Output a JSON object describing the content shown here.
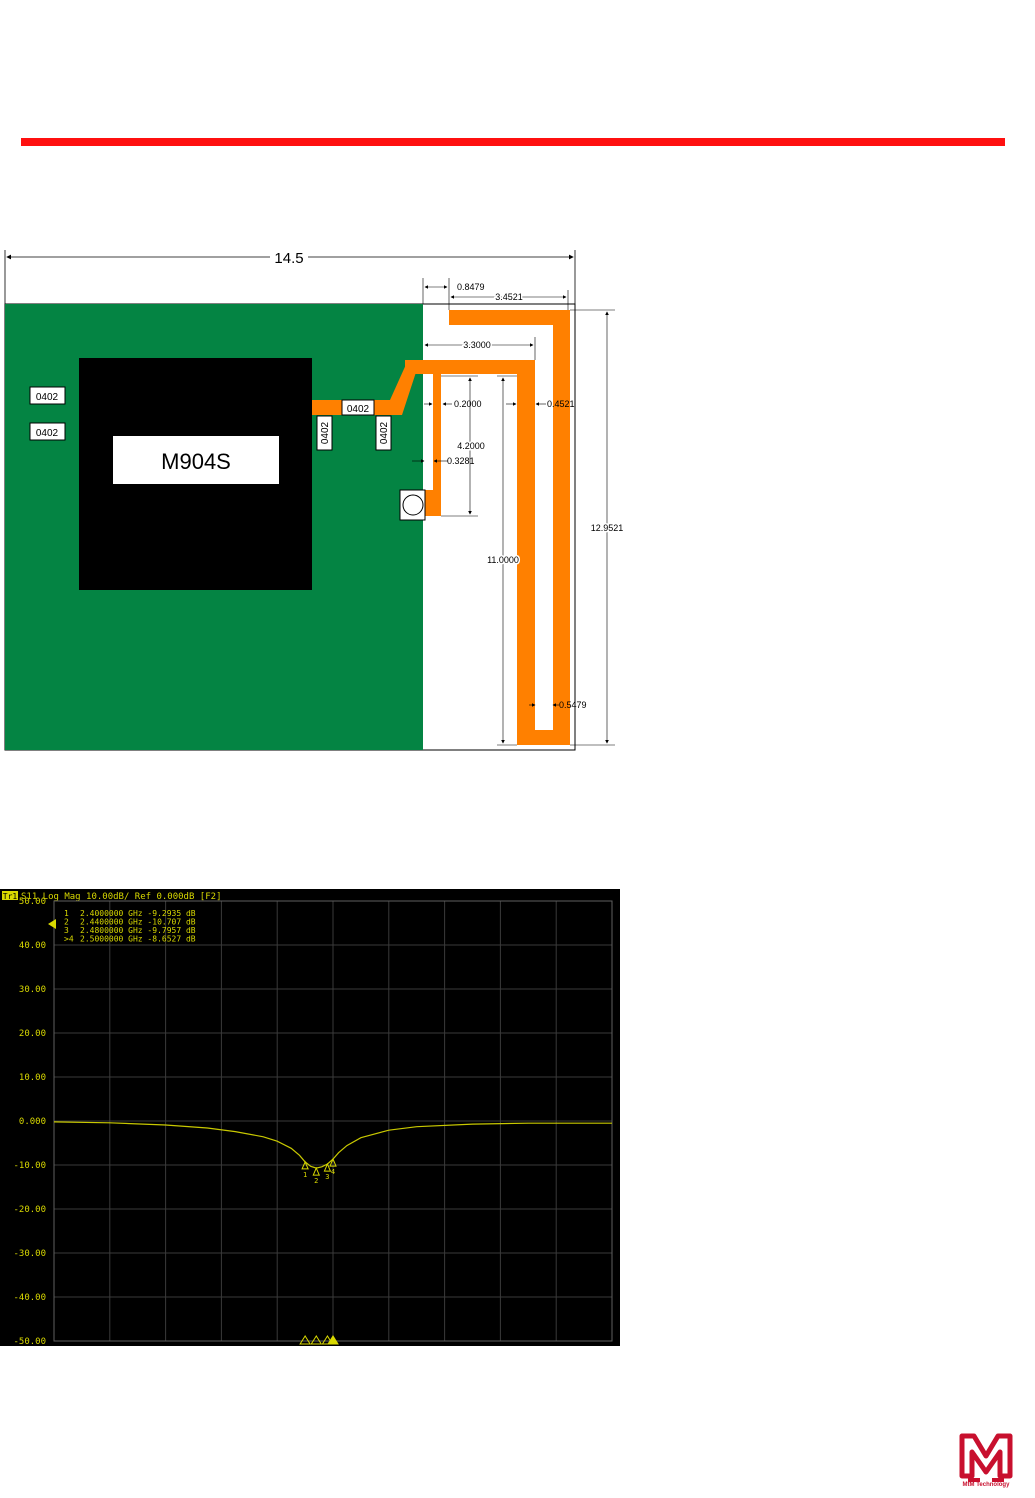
{
  "antenna_diagram": {
    "module_label": "M904S",
    "component_labels": [
      "0402",
      "0402",
      "0402",
      "0402",
      "0402"
    ],
    "dimensions": {
      "overall_width": "14.5",
      "d1": "0.8479",
      "d2": "3.4521",
      "d3": "3.3000",
      "d4": "0.2000",
      "d5": "0.4521",
      "d6": "4.2000",
      "d7": "0.3281",
      "d8": "11.0000",
      "d9": "12.9521",
      "d10": "0.5479"
    },
    "colors": {
      "pcb": "#048443",
      "trace": "#ff8000",
      "module": "#000000"
    }
  },
  "vna": {
    "header": {
      "trace_id": "Tr1",
      "text": "S11 Log Mag 10.00dB/ Ref 0.000dB [F2]"
    },
    "markers": [
      {
        "label": "1",
        "text": "2.4000000 GHz -9.2935 dB"
      },
      {
        "label": "2",
        "text": "2.4400000 GHz -10.707 dB"
      },
      {
        "label": "3",
        "text": "2.4800000 GHz -9.7957 dB"
      },
      {
        "label": ">4",
        "text": "2.5000000 GHz -8.6527 dB"
      }
    ],
    "colors": {
      "background": "#000000",
      "trace": "#c8c800",
      "grid": "#404040",
      "text": "#d8d800"
    }
  },
  "chart_data": {
    "type": "line",
    "title": "",
    "xlabel": "",
    "ylabel": "",
    "ylim": [
      -50,
      50
    ],
    "xlim": [
      1.5,
      3.5
    ],
    "yticks": [
      "50.00",
      "40.00",
      "30.00",
      "20.00",
      "10.00",
      "0.000",
      "-10.00",
      "-20.00",
      "-30.00",
      "-40.00",
      "-50.00"
    ],
    "grid": true,
    "series": [
      {
        "x": [
          1.5,
          1.7,
          1.9,
          2.05,
          2.15,
          2.25,
          2.3,
          2.35,
          2.38,
          2.4,
          2.42,
          2.44,
          2.46,
          2.48,
          2.5,
          2.52,
          2.55,
          2.6,
          2.7,
          2.8,
          3.0,
          3.2,
          3.5
        ],
        "values": [
          -0.2,
          -0.4,
          -0.9,
          -1.6,
          -2.4,
          -3.6,
          -4.6,
          -6.2,
          -7.8,
          -9.29,
          -10.3,
          -10.7,
          -10.4,
          -9.8,
          -8.65,
          -7.2,
          -5.6,
          -3.8,
          -2.1,
          -1.3,
          -0.7,
          -0.5,
          -0.5
        ]
      }
    ],
    "markers": [
      {
        "label": "1",
        "x": 2.4,
        "y": -9.2935
      },
      {
        "label": "2",
        "x": 2.44,
        "y": -10.707
      },
      {
        "label": "3",
        "x": 2.48,
        "y": -9.7957
      },
      {
        "label": "4",
        "x": 2.5,
        "y": -8.6527
      }
    ]
  },
  "logo": {
    "text": "MtM Technology",
    "color": "#c8102e"
  }
}
